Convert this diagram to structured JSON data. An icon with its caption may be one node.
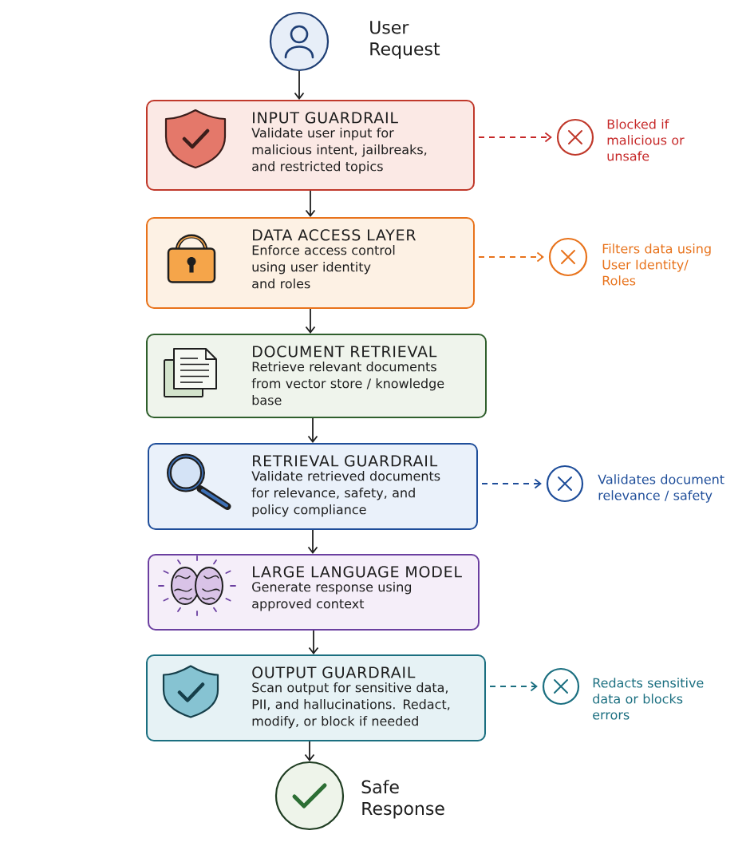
{
  "diagram": {
    "nodes": [
      {
        "text": [],
        "shape": "circle",
        "beside": [
          "User Request"
        ]
      },
      {
        "text": [
          "INPUT GUARDRAIL",
          "Validate user input for malicious intent, jailbreaks, and restricted topics"
        ]
      },
      {
        "text": [],
        "shape": "circle",
        "beside": [
          "Blocked if malicious or unsafe"
        ]
      },
      {
        "text": [
          "DATA ACCESS LAYER",
          "Enforce access control using user identity and roles"
        ]
      },
      {
        "text": [],
        "shape": "circle",
        "beside": [
          "Filters data using User Identity/ Roles"
        ]
      },
      {
        "text": [
          "DOCUMENT RETRIEVAL",
          "Retrieve relevant documents from vector store / knowledge base"
        ]
      },
      {
        "text": [
          "RETRIEVAL GUARDRAIL",
          "Validate retrieved documents for relevance, safety, and policy compliance"
        ]
      },
      {
        "text": [],
        "shape": "circle",
        "beside": [
          "Validates document relevance / safety"
        ]
      },
      {
        "text": [
          "LARGE LANGUAGE MODEL",
          "Generate response using approved context"
        ]
      },
      {
        "text": [
          "OUTPUT GUARDRAIL",
          "Scan output for sensitive data, PII, and hallucinations. Redact, modify, or block if needed"
        ]
      },
      {
        "text": [],
        "shape": "circle",
        "beside": [
          "Redacts sensitive data or blocks errors"
        ]
      },
      {
        "text": [],
        "shape": "circle",
        "beside": [
          "Safe Response"
        ]
      }
    ],
    "edges": [
      {
        "from": 0,
        "to": 1,
        "arrow": "to"
      },
      {
        "from": 1,
        "to": 2,
        "arrow": "to",
        "style": "dashed",
        "color": "#c62828"
      },
      {
        "from": 1,
        "to": 3,
        "arrow": "to"
      },
      {
        "from": 3,
        "to": 4,
        "arrow": "to",
        "style": "dashed",
        "color": "#e8731c"
      },
      {
        "from": 3,
        "to": 5,
        "arrow": "to"
      },
      {
        "from": 5,
        "to": 6,
        "arrow": "to"
      },
      {
        "from": 6,
        "to": 7,
        "arrow": "to",
        "style": "dashed",
        "color": "#1f4e9a"
      },
      {
        "from": 6,
        "to": 8,
        "arrow": "to"
      },
      {
        "from": 8,
        "to": 9,
        "arrow": "to"
      },
      {
        "from": 9,
        "to": 10,
        "arrow": "to",
        "style": "dashed",
        "color": "#1b6f80"
      },
      {
        "from": 9,
        "to": 11,
        "arrow": "to"
      }
    ]
  }
}
